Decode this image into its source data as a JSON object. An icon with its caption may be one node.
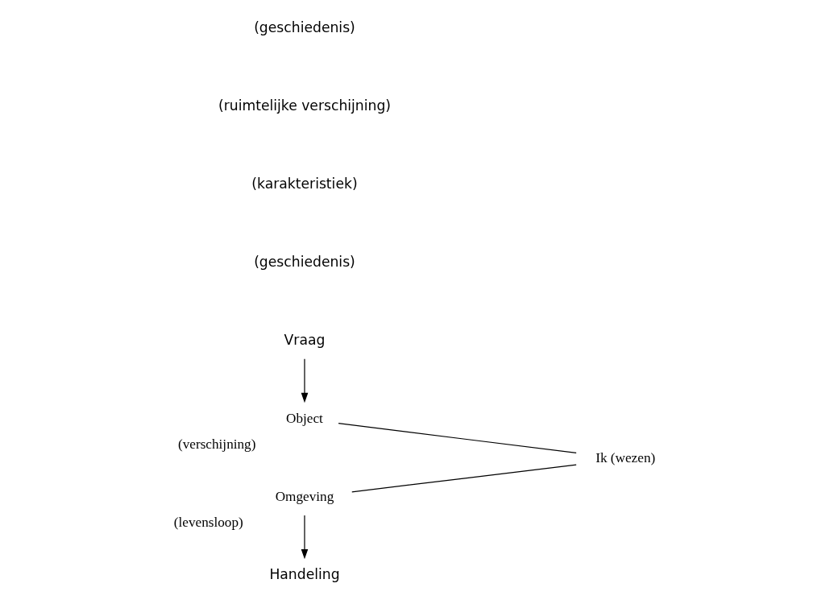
{
  "diagram": {
    "nodes": [
      {
        "text": [
          "Vraag"
        ]
      },
      {
        "text": [
          "Object"
        ],
        "beside": [
          "(verschijning)"
        ]
      },
      {
        "text": [
          "Ik (wezen)"
        ]
      },
      {
        "text": [
          "Omgeving"
        ],
        "beside": [
          "(levensloop)"
        ]
      },
      {
        "text": [
          "Handeling"
        ]
      }
    ],
    "edges": [
      {
        "from": 0,
        "to": 1,
        "arrow": "to"
      },
      {
        "from": 1,
        "to": 2,
        "arrow": "none"
      },
      {
        "from": 2,
        "to": 3,
        "arrow": "none"
      },
      {
        "from": 3,
        "to": 4,
        "arrow": "to"
      }
    ],
    "labels": [
      "(geschiedenis)",
      "(karakteristiek)",
      "(ruimtelijke verschijning)",
      "(geschiedenis)"
    ]
  }
}
